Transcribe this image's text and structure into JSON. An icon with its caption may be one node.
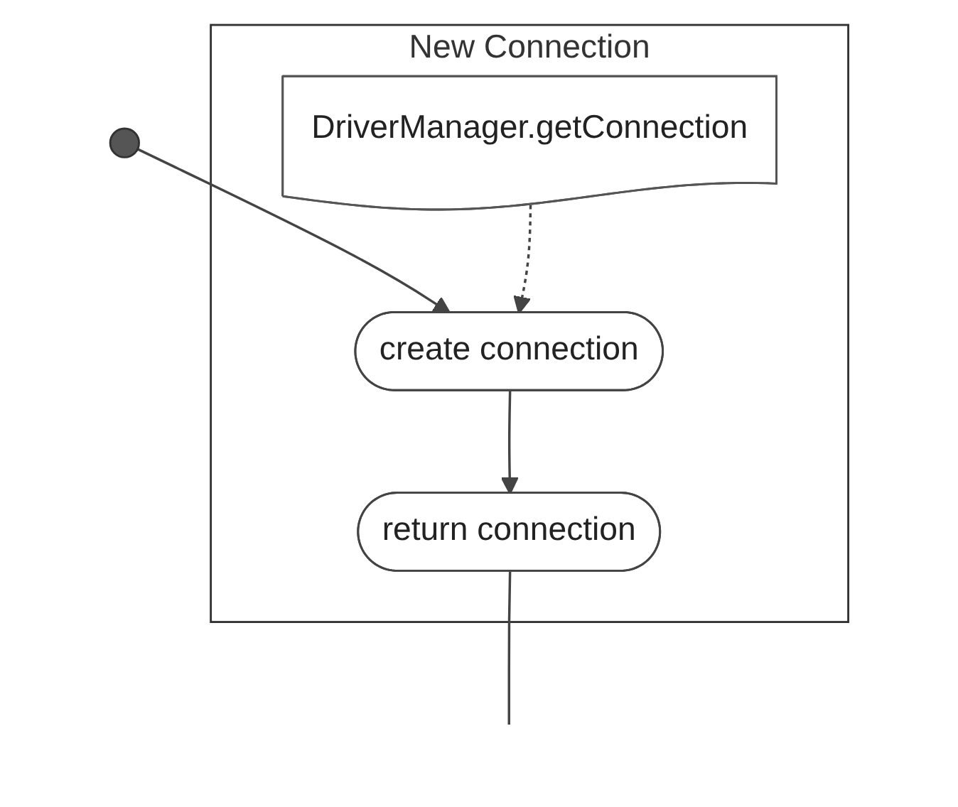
{
  "diagram": {
    "nodes": [
      {
        "text": [],
        "shape": "circle"
      },
      {
        "text": [
          "New Connection"
        ]
      },
      {
        "text": [
          "DriverManager.getConnection"
        ],
        "in": 1
      },
      {
        "text": [
          "create connection"
        ],
        "in": 1
      },
      {
        "text": [
          "return connection"
        ],
        "in": 1
      }
    ],
    "edges": [
      {
        "from": 0,
        "to": 3,
        "arrow": "to"
      },
      {
        "from": 2,
        "to": 3,
        "arrow": "to",
        "style": "dashed"
      },
      {
        "from": 3,
        "to": 4,
        "arrow": "to"
      },
      {
        "from": 4,
        "to": null,
        "arrow": "none"
      }
    ]
  }
}
